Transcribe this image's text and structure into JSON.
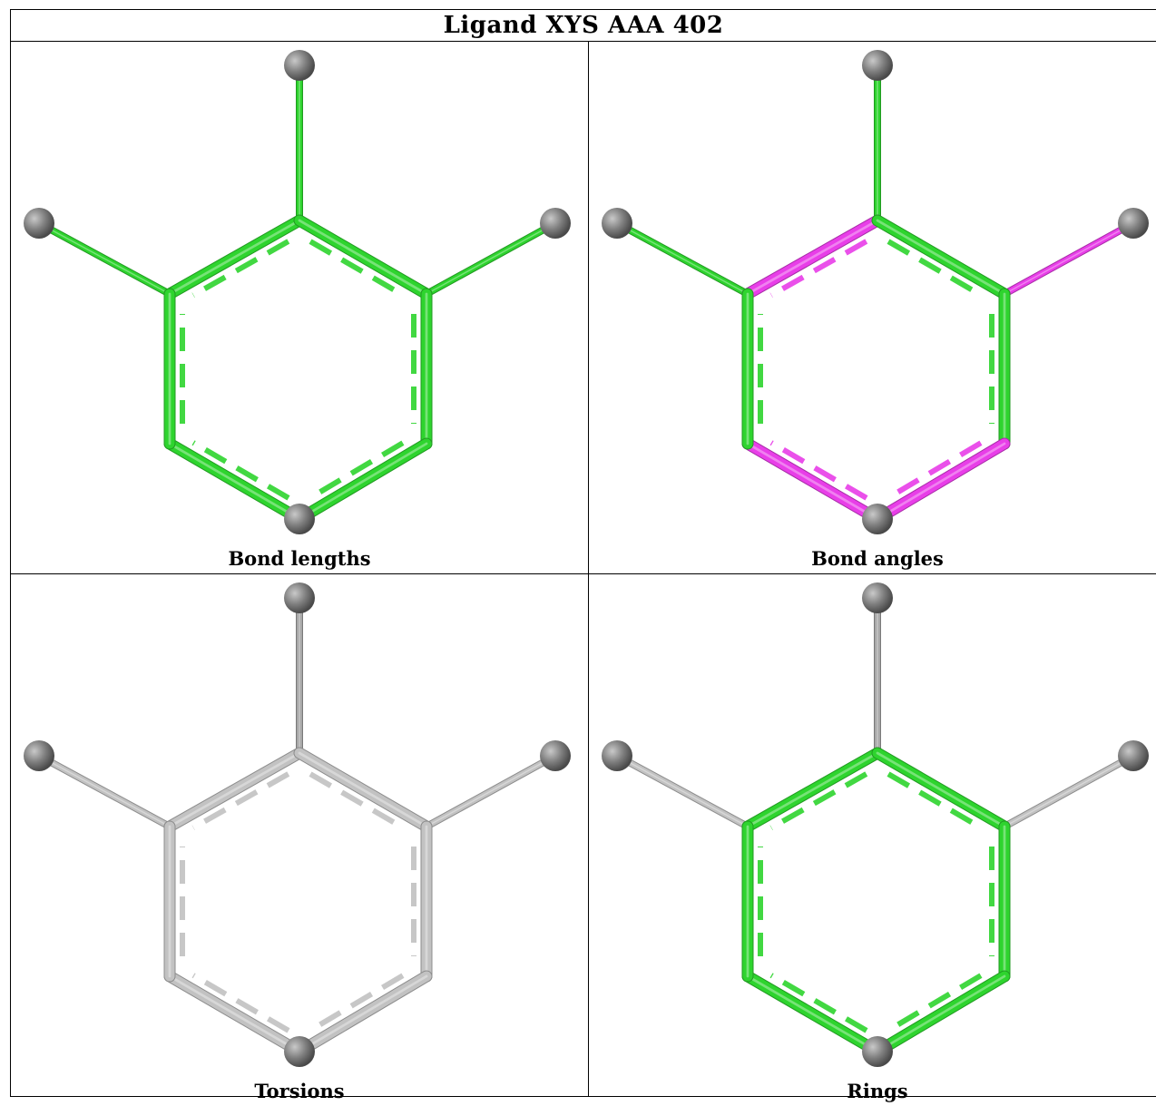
{
  "title": "Ligand XYS AAA 402",
  "colors": {
    "ok": "#2ed42e",
    "outlier": "#e83ee8",
    "neutral": "#c2c2c2",
    "stub": "#a8a8a8",
    "atom": "#7f7f7f"
  },
  "panels": [
    {
      "caption": "Bond lengths",
      "ring": [
        "ok",
        "ok",
        "ok",
        "ok",
        "ok",
        "ok"
      ],
      "subs": [
        "ok",
        "ok",
        "ok"
      ]
    },
    {
      "caption": "Bond angles",
      "ring": [
        "outlier",
        "ok",
        "ok",
        "outlier",
        "outlier",
        "ok"
      ],
      "subs": [
        "ok",
        "ok",
        "outlier"
      ]
    },
    {
      "caption": "Torsions",
      "ring": [
        "neutral",
        "neutral",
        "neutral",
        "neutral",
        "neutral",
        "neutral"
      ],
      "subs": [
        "stub",
        "neutral",
        "neutral"
      ]
    },
    {
      "caption": "Rings",
      "ring": [
        "ok",
        "ok",
        "ok",
        "ok",
        "ok",
        "ok"
      ],
      "subs": [
        "stub",
        "neutral",
        "neutral"
      ]
    }
  ]
}
